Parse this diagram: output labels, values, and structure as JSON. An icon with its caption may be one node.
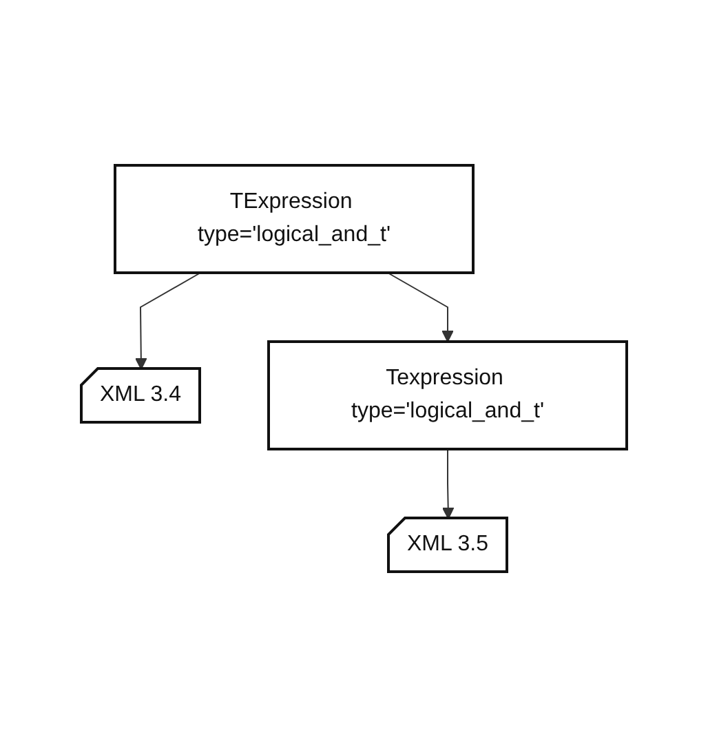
{
  "diagram": {
    "nodes": [
      {
        "text": [
          "TExpression type='logical_and_t'"
        ]
      },
      {
        "text": [
          "XML 3.4"
        ]
      },
      {
        "text": [
          "Texpression type='logical_and_t'"
        ]
      },
      {
        "text": [
          "XML 3.5"
        ]
      }
    ],
    "edges": [
      {
        "from": 0,
        "to": 2,
        "arrow": "to"
      },
      {
        "from": 0,
        "to": 1,
        "arrow": "to"
      },
      {
        "from": 2,
        "to": 3,
        "arrow": "to"
      }
    ]
  }
}
